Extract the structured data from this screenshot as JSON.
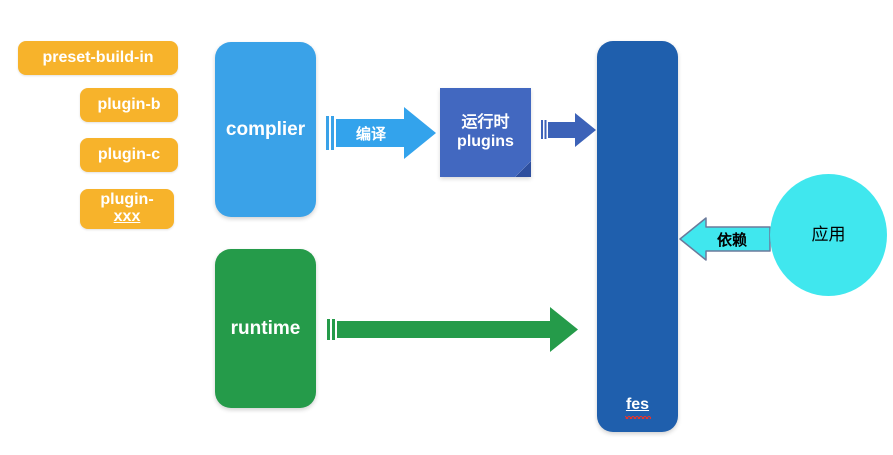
{
  "diagram": {
    "title": "fes architecture diagram",
    "background": "#ffffff",
    "colors": {
      "chip_orange": "#f7b32b",
      "complier_blue": "#3aa2e8",
      "runtime_green": "#259b4a",
      "fes_blue": "#1f5fad",
      "note_indigo": "#4268c0",
      "ellipse_cyan": "#40e7ee",
      "spellcheck_red": "#e8342a"
    }
  },
  "plugins": {
    "items": [
      {
        "label": "preset-build-in"
      },
      {
        "label": "plugin-b"
      },
      {
        "label": "plugin-c"
      },
      {
        "label_line1": "plugin-",
        "label_line2": "xxx"
      }
    ]
  },
  "nodes": {
    "complier": {
      "label": "complier"
    },
    "runtime": {
      "label": "runtime"
    },
    "runtime_plugins": {
      "line1": "运行时",
      "line2": "plugins"
    },
    "fes": {
      "label": "fes"
    },
    "app": {
      "label": "应用"
    }
  },
  "arrows": {
    "compile": {
      "label": "编译",
      "direction": "right"
    },
    "plugins_to_fes": {
      "label": "",
      "direction": "right"
    },
    "runtime_to_fes": {
      "label": "",
      "direction": "right"
    },
    "depends": {
      "label": "依赖",
      "direction": "left"
    }
  }
}
